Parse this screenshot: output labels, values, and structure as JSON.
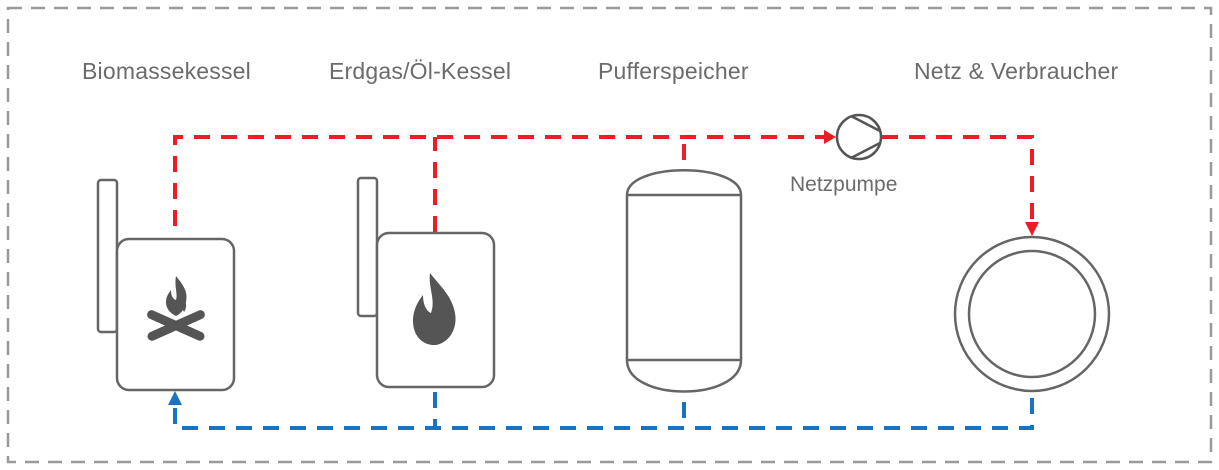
{
  "labels": {
    "biomass_boiler": "Biomassekessel",
    "gas_oil_boiler": "Erdgas/Öl-Kessel",
    "buffer_tank": "Pufferspeicher",
    "grid_consumer": "Netz & Verbraucher",
    "pump": "Netzpumpe"
  },
  "colors": {
    "supply_line": "#ee1c24",
    "return_line": "#1a73c0",
    "equipment_stroke": "#666666",
    "border": "#9a9a9a",
    "text": "#6b6b6b"
  },
  "icons": {
    "biomass": "campfire-icon",
    "gas_oil": "flame-icon",
    "pump": "pump-icon"
  }
}
